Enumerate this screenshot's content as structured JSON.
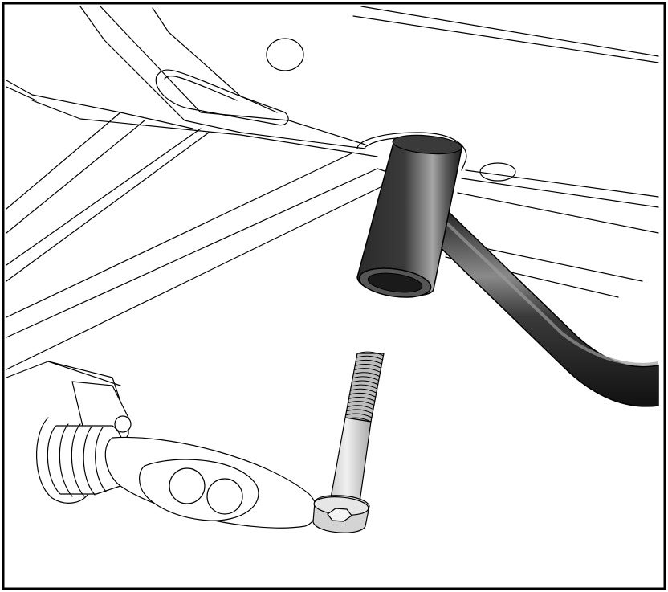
{
  "figure": {
    "type": "exploded assembly line drawing",
    "parts": [
      "frame-bracket",
      "crash-bar-tube",
      "mounting-sleeve",
      "socket-head-cap-screw",
      "footpeg-bracket"
    ],
    "colors": {
      "line": "#000000",
      "background": "#ffffff",
      "tube_dark": "#1a1a1a",
      "tube_highlight": "#9a9a9a",
      "bolt_light": "#d9d9d9",
      "bolt_mid": "#b5b5b5"
    }
  }
}
